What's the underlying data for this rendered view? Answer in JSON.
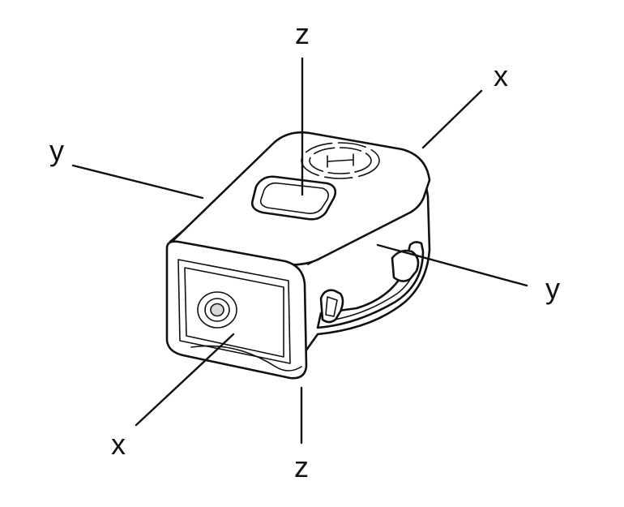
{
  "axes": {
    "z_top": "z",
    "z_bottom": "z",
    "x_top": "x",
    "x_bottom": "x",
    "y_left": "y",
    "y_right": "y"
  }
}
